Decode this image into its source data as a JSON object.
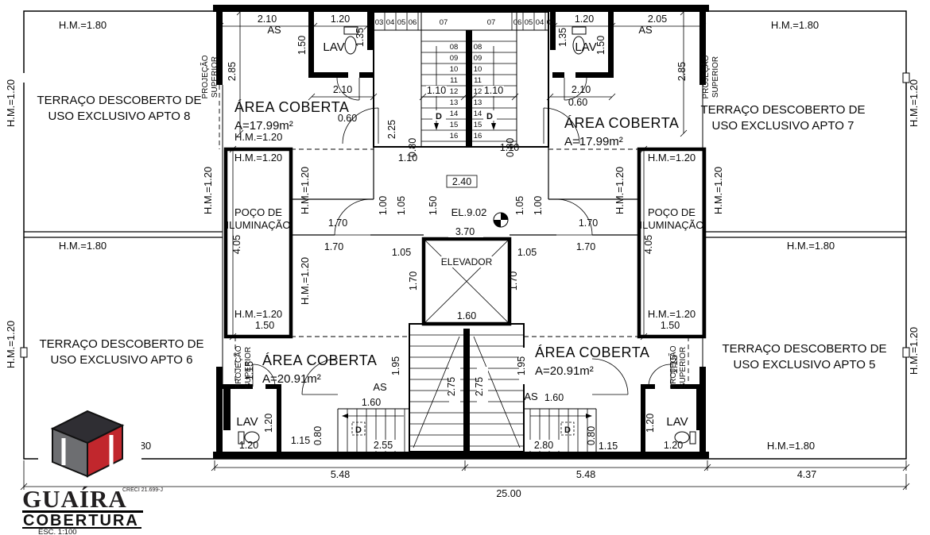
{
  "titleblock": {
    "brand": "GUAÍRA",
    "creci": "CRECI 21.699-J",
    "sheet": "COBERTURA",
    "scale": "ESC. 1:100"
  },
  "labels": {
    "hm180": "H.M.=1.80",
    "hm120": "H.M.=1.20",
    "terraco": "TERRAÇO DESCOBERTO DE",
    "apto8": "USO EXCLUSIVO APTO 8",
    "apto7": "USO EXCLUSIVO APTO 7",
    "apto6": "USO EXCLUSIVO APTO 6",
    "apto5": "USO EXCLUSIVO APTO 5",
    "area_coberta": "ÁREA COBERTA",
    "area17": "A=17.99m²",
    "area20": "A=20.91m²",
    "poco1": "POÇO DE",
    "poco2": "ILUMINAÇÃO",
    "elevador": "ELEVADOR",
    "nivel": "EL.9.02",
    "lav": "LAV",
    "as": "AS",
    "proj1": "PROJEÇÃO",
    "proj2": "SUPERIOR",
    "d": "D"
  },
  "dims": {
    "d060": "0.60",
    "d080": "0.80",
    "d100": "1.00",
    "d105": "1.05",
    "d110": "1.10",
    "d115": "1.15",
    "d120": "1.20",
    "d135": "1.35",
    "d150": "1.50",
    "d160": "1.60",
    "d170": "1.70",
    "d195": "1.95",
    "d205": "2.05",
    "d210": "2.10",
    "d225": "2.25",
    "d240": "2.40",
    "d255": "2.55",
    "d275": "2.75",
    "d280": "2.80",
    "d285": "2.85",
    "d370": "3.70",
    "d405": "4.05",
    "d437": "4.37",
    "d548": "5.48",
    "d2500": "25.00"
  },
  "stairs": {
    "s03": "03",
    "s04": "04",
    "s05": "05",
    "s06": "06",
    "s07": "07",
    "s08": "08",
    "s09": "09",
    "s10": "10",
    "s11": "11",
    "s12": "12",
    "s13": "13",
    "s14": "14",
    "s15": "15",
    "s16": "16"
  },
  "colors": {
    "ink": "#000000",
    "logo_red": "#c1272d",
    "logo_gray": "#6d6e71",
    "logo_dark": "#2f2e33"
  }
}
